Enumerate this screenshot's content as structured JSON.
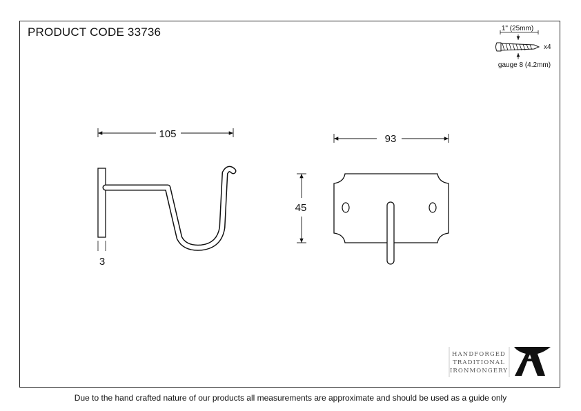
{
  "header": {
    "product_code": "PRODUCT CODE 33736"
  },
  "screw_spec": {
    "length": "1\" (25mm)",
    "quantity": "x4",
    "gauge": "gauge 8 (4.2mm)"
  },
  "dimensions": {
    "width_side": "105",
    "plate_thickness": "3",
    "width_front": "93",
    "height_front": "45"
  },
  "brand": {
    "line1": "HANDFORGED",
    "line2": "TRADITIONAL",
    "line3": "IRONMONGERY"
  },
  "footer": {
    "disclaimer": "Due to the hand crafted nature of our products all measurements are approximate and should be used as a guide only"
  }
}
